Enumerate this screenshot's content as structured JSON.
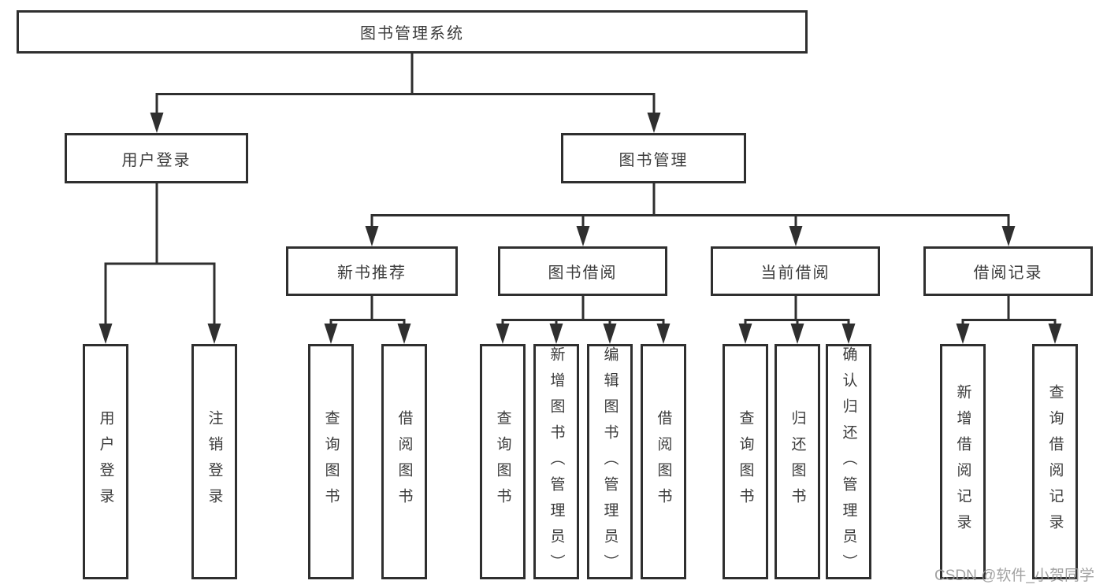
{
  "diagram_title": "图书管理系统",
  "nodes": {
    "root": "图书管理系统",
    "level2": {
      "user_login": "用户登录",
      "book_mgmt": "图书管理"
    },
    "level3": {
      "new_book": "新书推荐",
      "book_borrow": "图书借阅",
      "current_borrow": "当前借阅",
      "borrow_record": "借阅记录"
    },
    "leaves": {
      "user_login": [
        "用户登录",
        "注销登录"
      ],
      "new_book": [
        "查询图书",
        "借阅图书"
      ],
      "book_borrow": [
        "查询图书",
        "新增图书（管理员）",
        "编辑图书（管理员）",
        "借阅图书"
      ],
      "current_borrow": [
        "查询图书",
        "归还图书",
        "确认归还（管理员）"
      ],
      "borrow_record": [
        "新增借阅记录",
        "查询借阅记录"
      ]
    }
  },
  "watermark": "CSDN @软件_小贺同学",
  "colors": {
    "line": "#2f2f2f",
    "node_border": "#2f2f2f",
    "node_text": "#3c3c3c",
    "background": "#ffffff",
    "watermark": "#989898"
  }
}
